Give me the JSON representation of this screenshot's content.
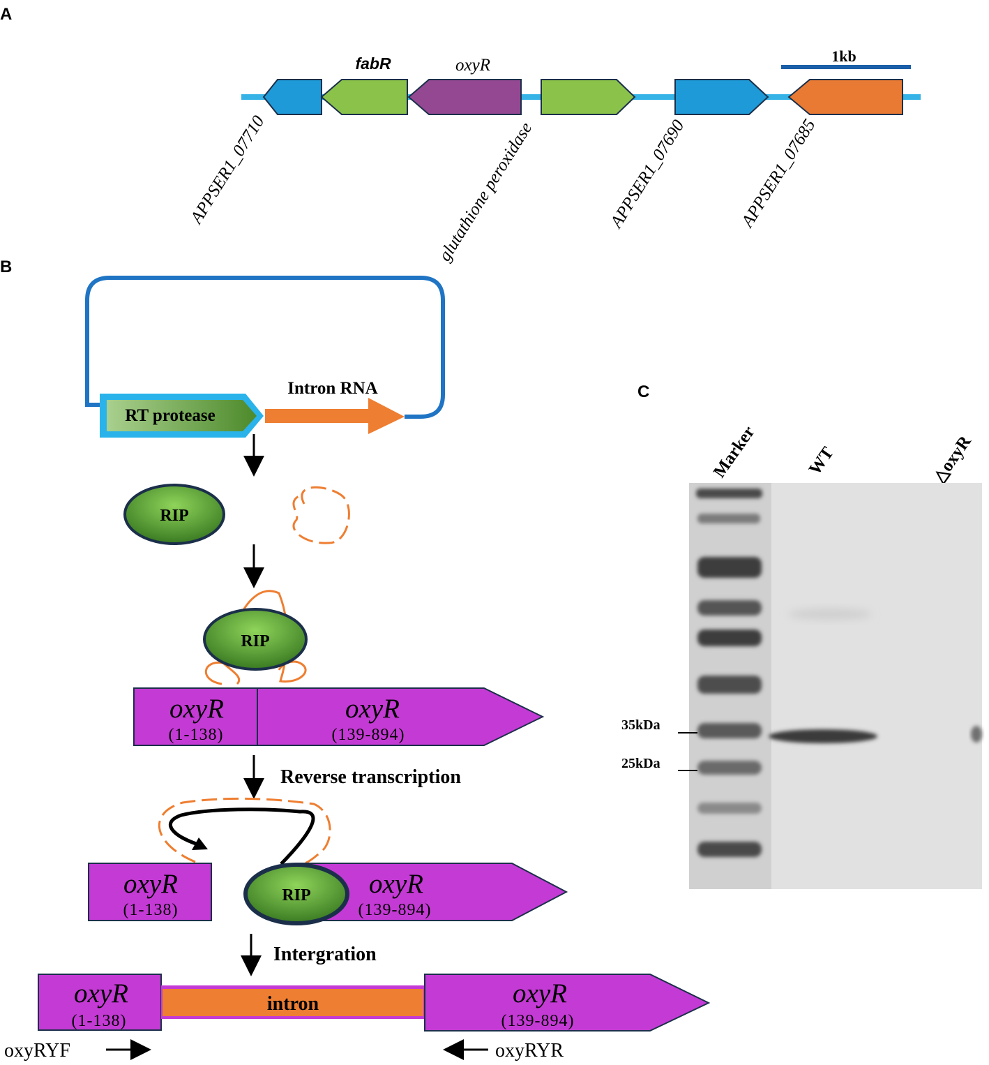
{
  "panels": {
    "a": "A",
    "b": "B",
    "c": "C"
  },
  "panel_a": {
    "scale_bar_label": "1kb",
    "genes_top": [
      "fabR",
      "oxyR"
    ],
    "genes_bottom": [
      "APPSER1_07710",
      "glutathione peroxidase",
      "APPSER1_07690",
      "APPSER1_07685"
    ],
    "colors": {
      "backbone": "#35b3e6",
      "blue": "#1e9ad8",
      "green": "#8bc34a",
      "purple": "#944892",
      "orange": "#e97a33",
      "scale_bar": "#1a5fa8"
    }
  },
  "panel_b": {
    "plasmid_labels": {
      "rt": "RT protease",
      "intron_rna": "Intron RNA"
    },
    "rip": "RIP",
    "gene": "oxyR",
    "range_left": "(1-138)",
    "range_right": "(139-894)",
    "steps": [
      "Reverse transcription",
      "Intergration"
    ],
    "intron": "intron",
    "primers": {
      "forward": "oxyRYF",
      "reverse": "oxyRYR"
    },
    "colors": {
      "plasmid": "#1f74c4",
      "gene_box": "#c43ad4",
      "intron_orange": "#ee7e31",
      "rip_green": "#4f9a33"
    }
  },
  "panel_c": {
    "lanes": [
      "Marker",
      "WT",
      "△oxyR"
    ],
    "markers": [
      "35kDa",
      "25kDa"
    ]
  }
}
